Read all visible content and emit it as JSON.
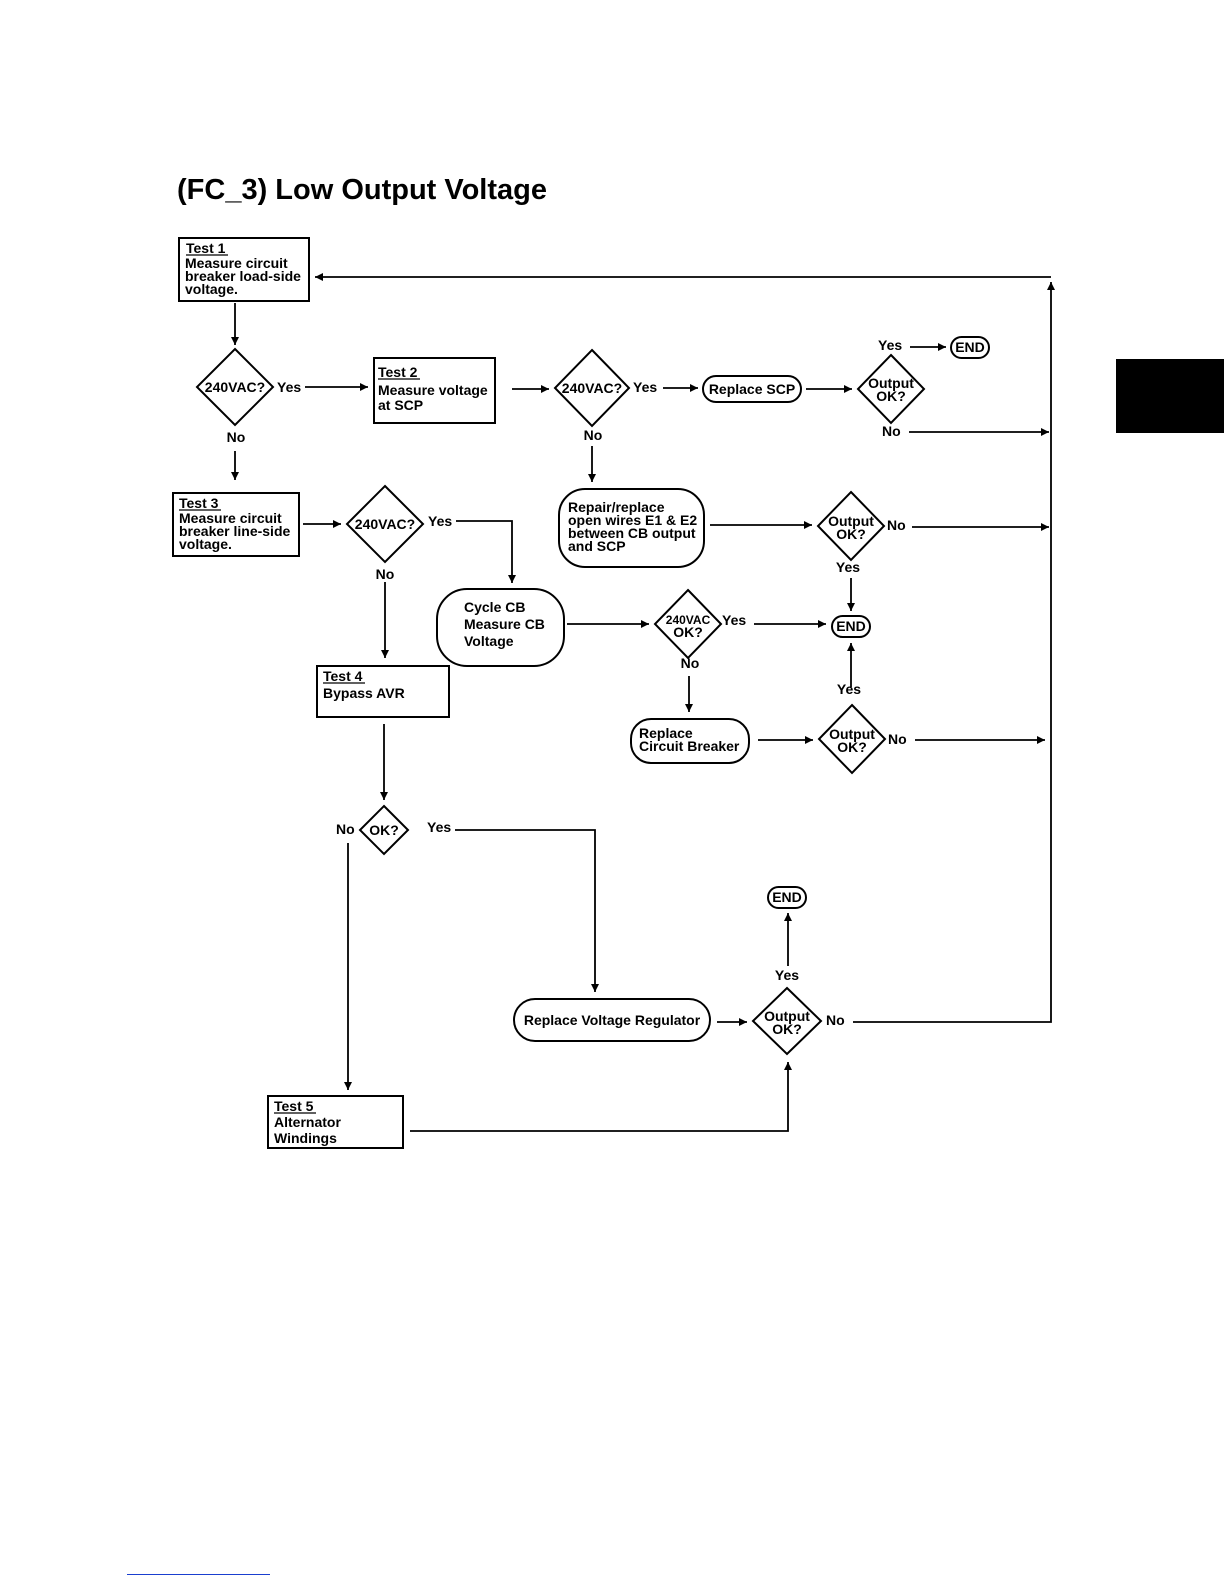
{
  "title": "(FC_3) Low Output Voltage",
  "nodes": {
    "test1": {
      "heading": "Test 1",
      "lines": [
        "Measure circuit",
        "breaker load-side",
        "voltage."
      ]
    },
    "test2": {
      "heading": "Test 2",
      "lines": [
        "Measure voltage",
        "at SCP"
      ]
    },
    "test3": {
      "heading": "Test 3",
      "lines": [
        "Measure circuit",
        "breaker line-side",
        "voltage."
      ]
    },
    "test4": {
      "heading": "Test 4",
      "lines": [
        "Bypass AVR"
      ]
    },
    "test5": {
      "heading": "Test 5",
      "lines": [
        "Alternator",
        "Windings"
      ]
    },
    "d1": {
      "lines": [
        "240VAC?"
      ]
    },
    "d2": {
      "lines": [
        "240VAC?"
      ]
    },
    "d3": {
      "lines": [
        "240VAC?"
      ]
    },
    "d4": {
      "lines": [
        "240VAC",
        "OK?"
      ]
    },
    "d5": {
      "lines": [
        "OK?"
      ]
    },
    "out1": {
      "lines": [
        "Output",
        "OK?"
      ]
    },
    "out2": {
      "lines": [
        "Output",
        "OK?"
      ]
    },
    "out3": {
      "lines": [
        "Output",
        "OK?"
      ]
    },
    "out4": {
      "lines": [
        "Output",
        "OK?"
      ]
    },
    "replace_scp": {
      "lines": [
        "Replace SCP"
      ]
    },
    "repair_wires": {
      "lines": [
        "Repair/replace",
        "open wires E1 & E2",
        "between CB output",
        "and SCP"
      ]
    },
    "cycle_cb": {
      "lines": [
        "Cycle CB",
        "Measure CB",
        "Voltage"
      ]
    },
    "replace_cb": {
      "lines": [
        "Replace",
        "Circuit Breaker"
      ]
    },
    "replace_vr": {
      "lines": [
        "Replace Voltage Regulator"
      ]
    },
    "end1": {
      "lines": [
        "END"
      ]
    },
    "end2": {
      "lines": [
        "END"
      ]
    },
    "end3": {
      "lines": [
        "END"
      ]
    }
  },
  "edge_labels": {
    "d1_yes": "Yes",
    "d1_no": "No",
    "d2_yes": "Yes",
    "d2_no": "No",
    "d3_yes": "Yes",
    "d3_no": "No",
    "d4_yes": "Yes",
    "d4_no": "No",
    "d5_yes": "Yes",
    "d5_no": "No",
    "out1_yes": "Yes",
    "out1_no": "No",
    "out2_yes": "Yes",
    "out2_no": "No",
    "out3_yes": "Yes",
    "out3_no": "No",
    "out4_yes": "Yes",
    "out4_no": "No"
  }
}
